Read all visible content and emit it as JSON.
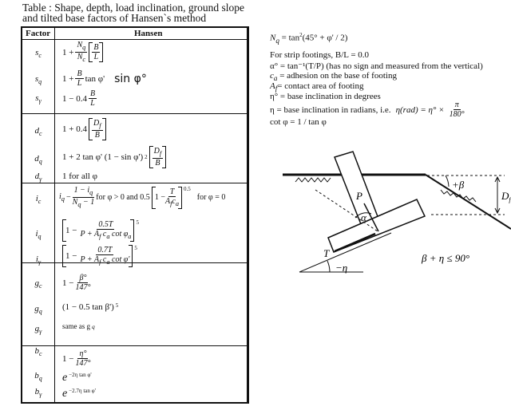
{
  "title": {
    "line1": "Table   : Shape, depth, load inclination, ground slope",
    "line2": "and tilted base factors of Hansen`s method"
  },
  "table": {
    "headers": {
      "factor": "Factor",
      "method": "Hansen"
    },
    "rows": [
      {
        "f": "s",
        "sub": "c",
        "formula": {
          "pre": "1 +",
          "num": "N",
          "num_sub": "q",
          "den": "N",
          "den_sub": "c",
          "bnum": "B",
          "bden": "L"
        }
      },
      {
        "f": "s",
        "sub": "q",
        "formula": {
          "pre": "1 +",
          "num": "B",
          "den": "L",
          "post": "tan φ'",
          "handwritten": "sin φ°"
        }
      },
      {
        "f": "s",
        "sub": "γ",
        "formula": {
          "pre": "1 − 0.4",
          "num": "B",
          "den": "L"
        }
      },
      {
        "f": "d",
        "sub": "c",
        "formula": {
          "pre": "1 + 0.4",
          "bnum": "D",
          "bnum_sub": "f",
          "bden": "B"
        }
      },
      {
        "f": "d",
        "sub": "q",
        "formula": {
          "pre": "1 + 2 tan φ' (1 − sin φ')",
          "exp": "2",
          "bnum": "D",
          "bnum_sub": "f",
          "bden": "B"
        }
      },
      {
        "f": "d",
        "sub": "γ",
        "formula": {
          "text": "1 for all φ"
        }
      },
      {
        "f": "i",
        "sub": "c",
        "formula": {
          "pre": "i",
          "pre_sub": "q",
          "minus": "−",
          "num": "1 − i",
          "num_sub": "q",
          "den": "N",
          "den_sub": "q",
          "den_post": " − 1",
          "mid": "for φ > 0 and 0.5",
          "bpre": "1 −",
          "bnum": "T",
          "bden": "A",
          "bden_sub": "f",
          "bden_post": "c",
          "bden_post_sub": "a",
          "exp": "0.5",
          "post": "for φ = 0"
        }
      },
      {
        "f": "i",
        "sub": "q",
        "formula": {
          "pre": "1 −",
          "num": "0.5T",
          "den": "P + A",
          "den_sub": "f",
          "den_post": " c",
          "den_post_sub": "a",
          "den_tail": " cot φ",
          "den_tail_sub": "a",
          "exp": "5"
        }
      },
      {
        "f": "i",
        "sub": "γ",
        "formula": {
          "pre": "1 −",
          "num": "0.7T",
          "den": "P + A",
          "den_sub": "f",
          "den_post": " c",
          "den_post_sub": "a",
          "den_tail": " cot φ'",
          "exp": "5"
        }
      },
      {
        "f": "g",
        "sub": "c",
        "formula": {
          "pre": "1 −",
          "num": "β°",
          "den": "147°"
        }
      },
      {
        "f": "g",
        "sub": "q",
        "formula": {
          "text": "(1 − 0.5 tan β')",
          "exp": "5"
        }
      },
      {
        "f": "g",
        "sub": "γ",
        "formula": {
          "text": "same as g",
          "text_sub": "q"
        }
      },
      {
        "f": "b",
        "sub": "c",
        "formula": {
          "pre": "1 −",
          "num": "η°",
          "den": "147°"
        }
      },
      {
        "f": "b",
        "sub": "q",
        "formula": {
          "base": "e",
          "exp": "−2η tan φ'"
        }
      },
      {
        "f": "b",
        "sub": "γ",
        "formula": {
          "base": "e",
          "exp": "−2.7η tan φ'"
        }
      }
    ]
  },
  "notes": {
    "nq": {
      "lhs": "N",
      "lhs_sub": "q",
      "rhs": "= tan",
      "exp": "2",
      "rest": "(45° + φ' / 2)"
    },
    "lines": [
      "For strip footings, B/L = 0.0",
      "α° = tan⁻¹(T/P) (has no sign and measured from the vertical)",
      "c",
      "= adhesion on the base of footing",
      "A",
      "= contact area of footing",
      "η° = base inclination in degrees",
      "η  = base inclination in radians, i.e.",
      "η(rad) = η° ×",
      "π",
      "180°",
      "cot φ = 1 / tan φ"
    ],
    "sub_a": "a",
    "sub_f": "f"
  },
  "diagram": {
    "P": "P",
    "alpha": "α",
    "T": "T",
    "eta": "−η",
    "beta": "+β",
    "D": "D",
    "D_sub": "f",
    "condition": "β + η ≤ 90°"
  }
}
